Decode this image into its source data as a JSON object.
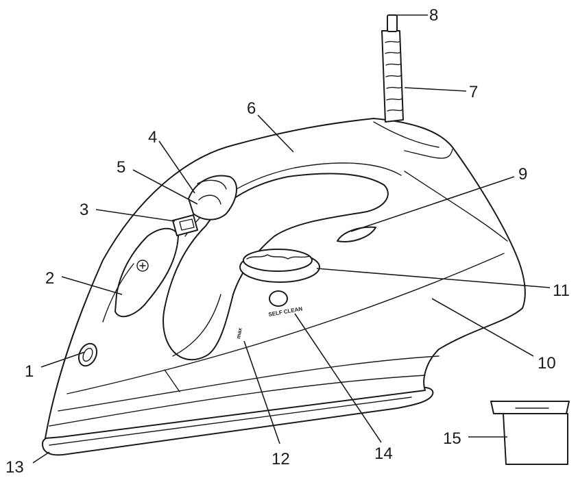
{
  "callouts": [
    {
      "num": "1"
    },
    {
      "num": "2"
    },
    {
      "num": "3"
    },
    {
      "num": "4"
    },
    {
      "num": "5"
    },
    {
      "num": "6"
    },
    {
      "num": "7"
    },
    {
      "num": "8"
    },
    {
      "num": "9"
    },
    {
      "num": "10"
    },
    {
      "num": "11"
    },
    {
      "num": "12"
    },
    {
      "num": "13"
    },
    {
      "num": "14"
    },
    {
      "num": "15"
    }
  ],
  "labels": {
    "max": "max",
    "self_clean": "SELF CLEAN"
  }
}
